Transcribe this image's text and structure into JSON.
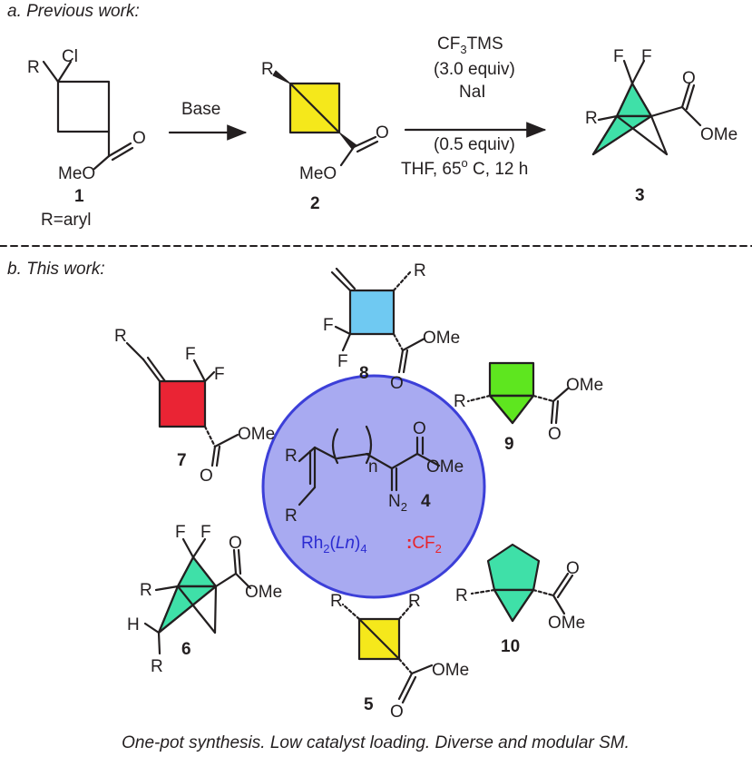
{
  "section_a": {
    "title": "a. Previous work:",
    "compound1": {
      "number": "1",
      "r": "R",
      "cl": "Cl",
      "o": "O",
      "meo": "MeO",
      "note": "R=aryl"
    },
    "base_label": "Base",
    "compound2": {
      "number": "2",
      "r": "R",
      "o": "O",
      "meo": "MeO"
    },
    "conditions": {
      "line1_main": "CF",
      "line1_sub": "3",
      "line1_tail": "TMS",
      "line2": "(3.0 equiv)",
      "line3": "NaI",
      "line4": "(0.5 equiv)",
      "line5_main": "THF, 65",
      "line5_sup": "o",
      "line5_tail": " C, 12 h"
    },
    "compound3": {
      "number": "3",
      "f1": "F",
      "f2": "F",
      "r": "R",
      "o": "O",
      "ome": "OMe"
    }
  },
  "section_b": {
    "title": "b. This work:",
    "center": {
      "compound_number": "4",
      "r_top": "R",
      "r_bottom": "R",
      "n": "n",
      "o": "O",
      "ome": "OMe",
      "n2_main": "N",
      "n2_sub": "2",
      "catalyst_main": "Rh",
      "catalyst_sub1": "2",
      "catalyst_paren": "(",
      "catalyst_ln": "Ln",
      "catalyst_close": ")",
      "catalyst_sub2": "4",
      "carbene_colon": ":",
      "carbene_main": "CF",
      "carbene_sub": "2"
    },
    "compound5": {
      "number": "5",
      "r1": "R",
      "r2": "R",
      "o": "O",
      "ome": "OMe"
    },
    "compound6": {
      "number": "6",
      "f1": "F",
      "f2": "F",
      "r1": "R",
      "h": "H",
      "r2": "R",
      "o": "O",
      "ome": "OMe"
    },
    "compound7": {
      "number": "7",
      "r": "R",
      "f1": "F",
      "f2": "F",
      "o": "O",
      "ome": "OMe"
    },
    "compound8": {
      "number": "8",
      "r": "R",
      "f1": "F",
      "f2": "F",
      "o": "O",
      "ome": "OMe"
    },
    "compound9": {
      "number": "9",
      "r": "R",
      "o": "O",
      "ome": "OMe"
    },
    "compound10": {
      "number": "10",
      "r": "R",
      "o": "O",
      "ome": "OMe"
    }
  },
  "footer": "One-pot synthesis. Low catalyst loading. Diverse and modular SM.",
  "colors": {
    "yellow": "#f5e81b",
    "teal": "#3fe0a8",
    "red": "#ea2434",
    "sky": "#6fc9f2",
    "green": "#5ee61f",
    "circle_fill": "#a8aaf1",
    "circle_stroke": "#3c3fd8",
    "catalyst_text": "#2b2bd1",
    "carbene_text": "#e8232a"
  }
}
